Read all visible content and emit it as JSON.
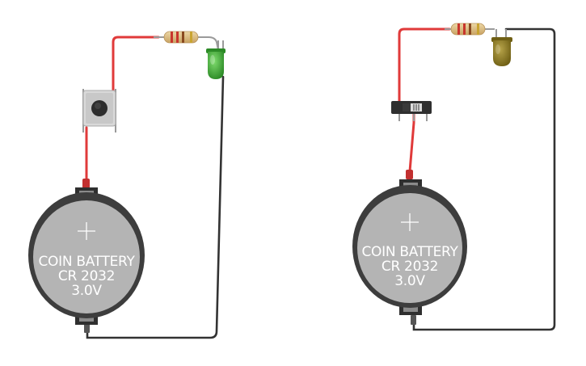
{
  "circuits": [
    {
      "id": "left",
      "control": "pushbutton",
      "led_color": "#3fa535",
      "battery": {
        "line1": "COIN BATTERY",
        "line2": "CR 2032",
        "line3": "3.0V"
      }
    },
    {
      "id": "right",
      "control": "slide-switch",
      "led_color": "#8d7a1e",
      "battery": {
        "line1": "COIN BATTERY",
        "line2": "CR 2032",
        "line3": "3.0V"
      }
    }
  ],
  "colors": {
    "wire_positive": "#e03a3a",
    "wire_negative": "#333333",
    "battery_body": "#3d3d3d",
    "battery_face": "#b4b4b4",
    "resistor_body": "#d8b77a"
  }
}
